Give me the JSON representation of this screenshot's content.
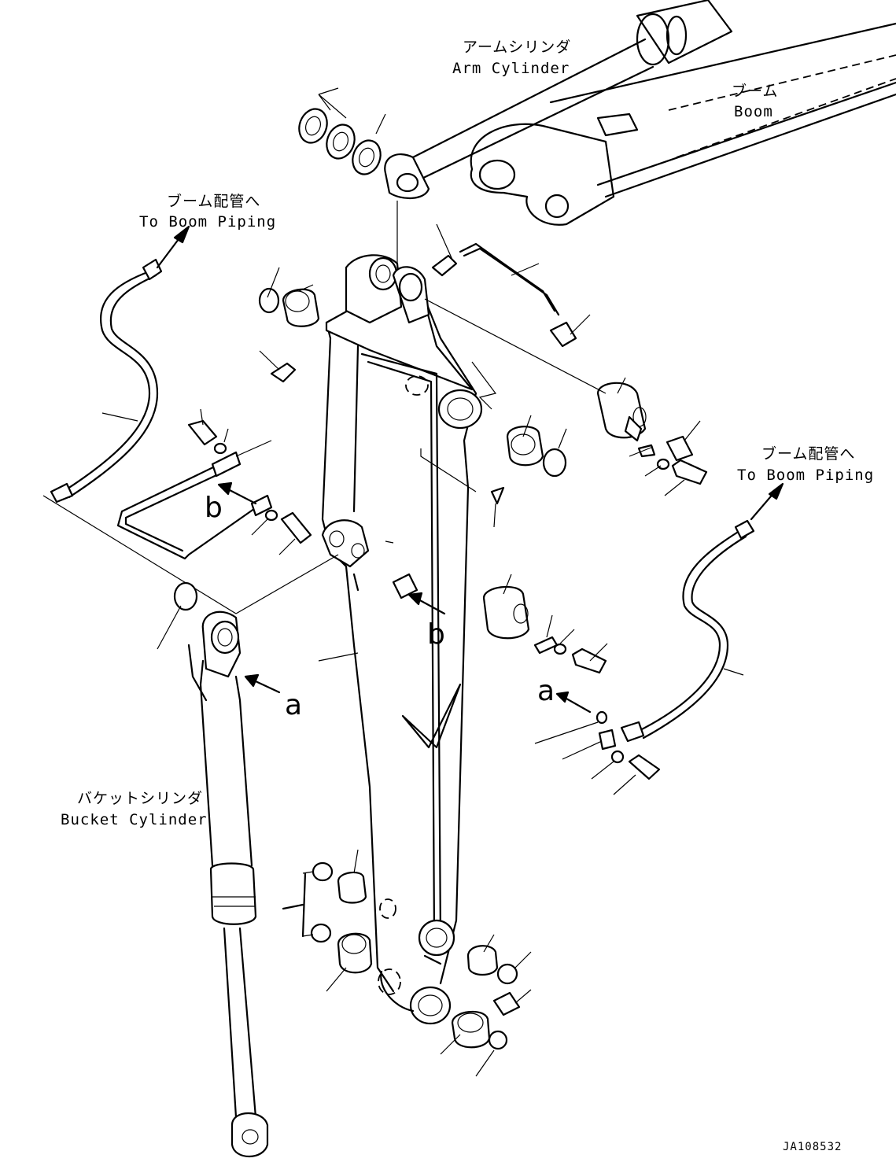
{
  "labels": {
    "arm_cylinder_jp": "アームシリンダ",
    "arm_cylinder_en": "Arm Cylinder",
    "boom_jp": "ブーム",
    "boom_en": "Boom",
    "to_boom_piping_jp": "ブーム配管へ",
    "to_boom_piping_en": "To Boom Piping",
    "bucket_cylinder_jp": "バケットシリンダ",
    "bucket_cylinder_en": "Bucket Cylinder",
    "callout_a": "a",
    "callout_b": "b",
    "drawing_code": "JA108532"
  }
}
